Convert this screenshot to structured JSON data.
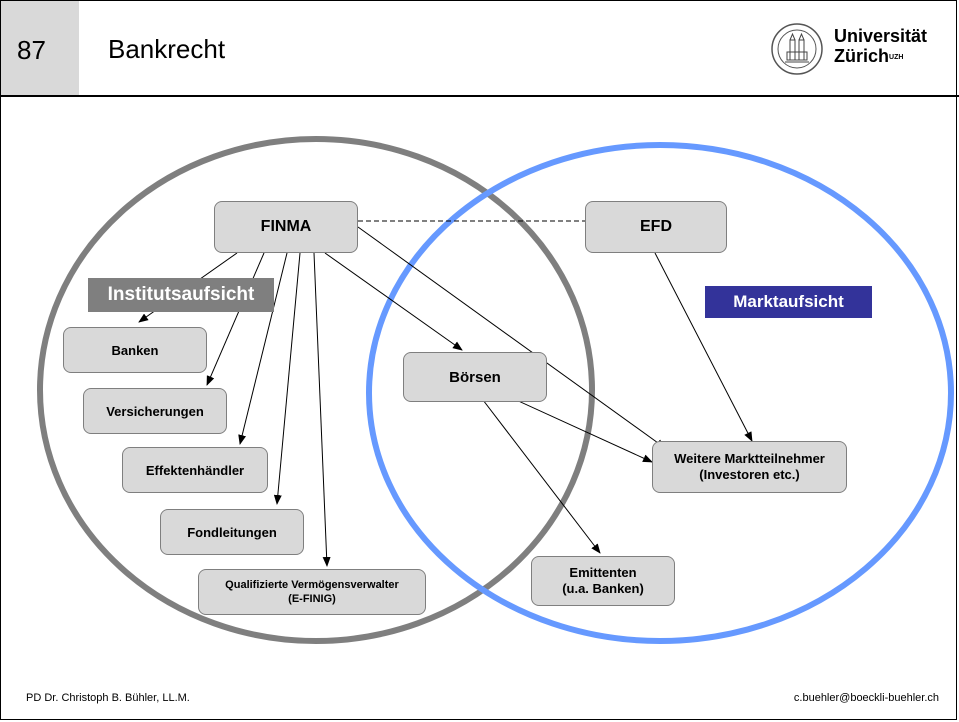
{
  "header": {
    "slide_number": "87",
    "title": "Bankrecht",
    "logo_line1": "Universität",
    "logo_line2": "Zürich",
    "logo_sup": "UZH"
  },
  "diagram": {
    "circle_left_label": "Institutsaufsicht",
    "circle_right_label": "Marktaufsicht",
    "nodes": {
      "finma": "FINMA",
      "efd": "EFD",
      "banken": "Banken",
      "versicherungen": "Versicherungen",
      "effektenhaendler": "Effektenhändler",
      "fondleitungen": "Fondleitungen",
      "verm_line1": "Qualifizierte Vermögensverwalter",
      "verm_line2": "(E-FINIG)",
      "boersen": "Börsen",
      "weitere_line1": "Weitere Marktteilnehmer",
      "weitere_line2": "(Investoren etc.)",
      "emittenten_line1": "Emittenten",
      "emittenten_line2": "(u.a. Banken)"
    },
    "colors": {
      "left_circle": "#7f7f7f",
      "right_circle": "#6699ff",
      "box_fill": "#d9d9d9",
      "marktaufsicht_fill": "#33339a"
    }
  },
  "footer": {
    "left": "PD Dr. Christoph B. Bühler, LL.M.",
    "right": "c.buehler@boeckli-buehler.ch"
  }
}
